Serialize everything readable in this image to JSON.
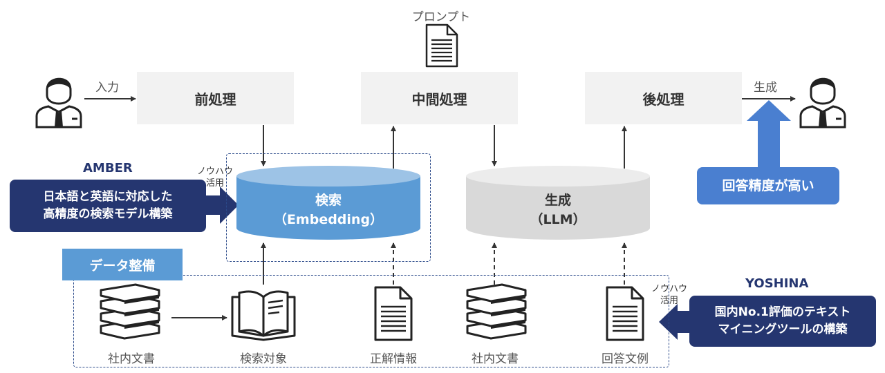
{
  "prompt_label": "プロンプト",
  "input_label": "入力",
  "output_label": "生成",
  "boxes": {
    "pre": "前処理",
    "mid": "中間処理",
    "post": "後処理"
  },
  "search_db": {
    "line1": "検索",
    "line2": "（Embedding）"
  },
  "gen_db": {
    "line1": "生成",
    "line2": "（LLM）"
  },
  "amber": {
    "title": "AMBER",
    "line1": "日本語と英語に対応した",
    "line2": "高精度の検索モデル構築",
    "know_line1": "ノウハウ",
    "know_line2": "活用"
  },
  "yoshina": {
    "title": "YOSHINA",
    "line1": "国内No.1評価のテキスト",
    "line2": "マイニングツールの構築",
    "know_line1": "ノウハウ",
    "know_line2": "活用"
  },
  "accuracy": "回答精度が高い",
  "data_prep": "データ整備",
  "bottom_items": [
    "社内文書",
    "検索対象",
    "正解情報",
    "社内文書",
    "回答文例"
  ],
  "colors": {
    "navy": "#253670",
    "blue": "#4a7fd0",
    "cyl_blue": "#5b9bd5",
    "cyl_gray": "#d9d9d9",
    "box_gray": "#f2f2f2"
  }
}
